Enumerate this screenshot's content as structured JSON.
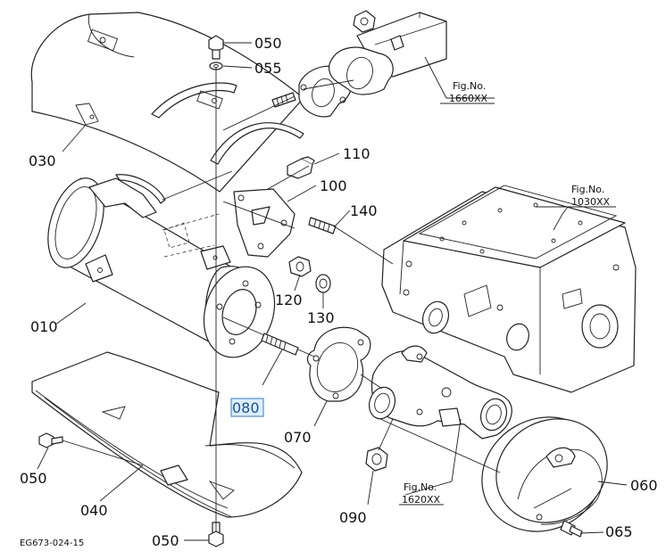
{
  "diagram_code": "EG673-024-15",
  "highlighted_part": "080",
  "callouts": {
    "c010": "010",
    "c030": "030",
    "c040": "040",
    "c050a": "050",
    "c050b": "050",
    "c050c": "050",
    "c055": "055",
    "c060": "060",
    "c065": "065",
    "c070": "070",
    "c080": "080",
    "c090": "090",
    "c100": "100",
    "c110": "110",
    "c120": "120",
    "c130": "130",
    "c140": "140"
  },
  "figure_refs": {
    "fig1660_label": "Fig.No.",
    "fig1660_number": "1660XX",
    "fig1030_label": "Fig.No.",
    "fig1030_number": "1030XX",
    "fig1620_label": "Fig.No.",
    "fig1620_number": "1620XX"
  }
}
